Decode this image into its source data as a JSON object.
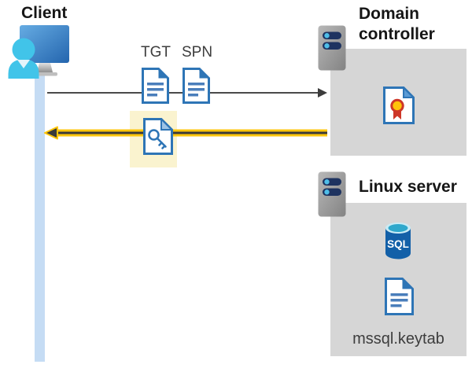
{
  "diagram": {
    "client": {
      "label": "Client"
    },
    "flow": {
      "tgt_label": "TGT",
      "spn_label": "SPN",
      "request_arrow": "client-to-domain-controller",
      "response_arrow": "domain-controller-to-client"
    },
    "domain_controller": {
      "label_line1": "Domain",
      "label_line2": "controller"
    },
    "linux_server": {
      "label": "Linux server",
      "sql_badge_text": "SQL",
      "keytab_label": "mssql.keytab"
    },
    "colors": {
      "arrow_yellow": "#FFC60B",
      "arrow_dark": "#3a3a3a",
      "gray_arrow": "#4a4a4a",
      "highlight_yellow": "#FAF3CF",
      "box_gray": "#D6D6D6",
      "doc_border_blue": "#2E75B6",
      "doc_line_blue": "#4A7EBB",
      "timeline_blue": "#C5DCF4",
      "person_cyan": "#41C4E9",
      "server_pill_navy": "#1E3360",
      "server_dot_cyan": "#4FBEE8",
      "sql_body_blue": "#1360A8",
      "sql_top_cyan": "#2FA8CC",
      "cert_gold": "#FFC30B",
      "cert_red": "#CE3728"
    }
  }
}
